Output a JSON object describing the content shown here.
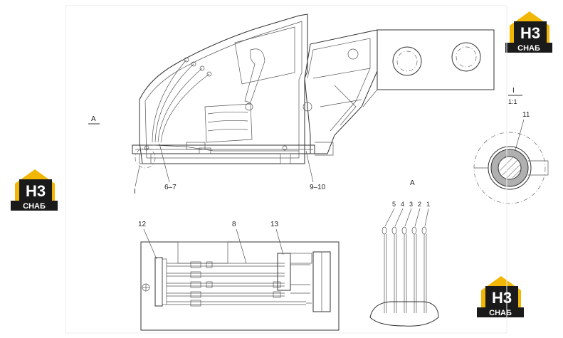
{
  "watermark": {
    "logo_text": "H3",
    "brand_text": "СНАБ",
    "house_color": "#f2b705",
    "box_color": "#1a1a1a"
  },
  "section_labels": {
    "view_a_marker": "A",
    "view_a_title": "A",
    "detail_marker": "I",
    "detail_title": "I",
    "detail_scale": "1:1"
  },
  "callouts": {
    "c_6_7": "6–7",
    "c_9_10": "9–10",
    "c_11": "11",
    "c_12": "12",
    "c_8": "8",
    "c_13": "13",
    "c_5": "5",
    "c_4": "4",
    "c_3": "3",
    "c_2": "2",
    "c_1": "1"
  },
  "colors": {
    "line": "#333333",
    "hatch_fill": "#b0b0b0"
  }
}
